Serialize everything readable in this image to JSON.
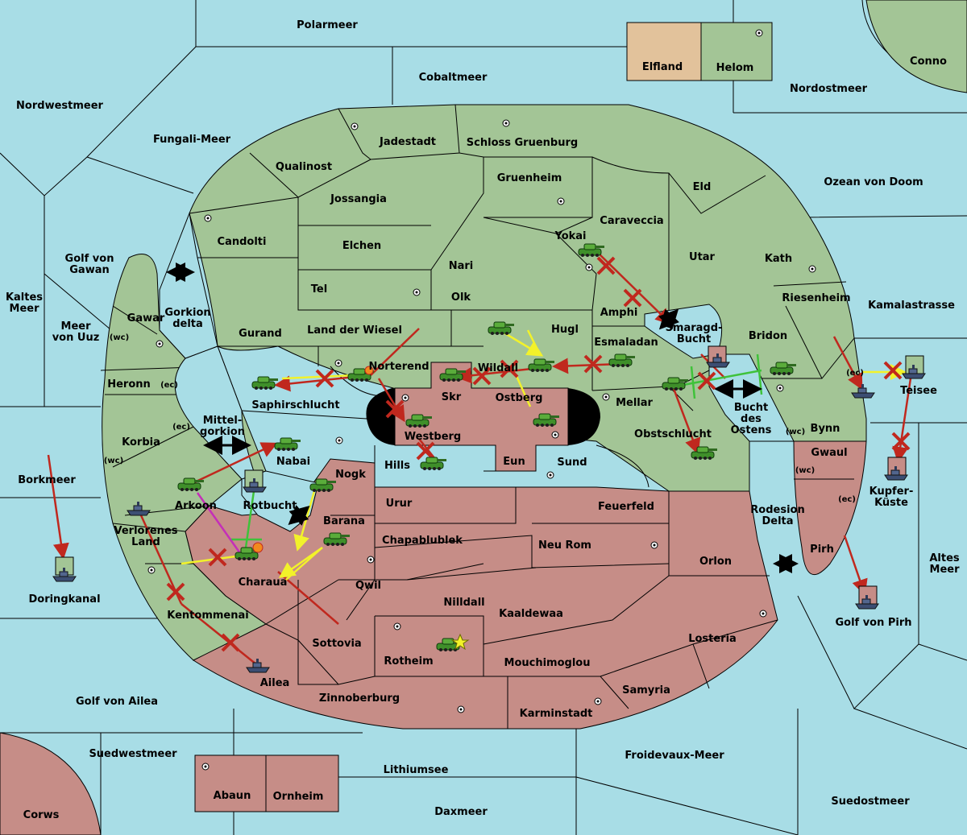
{
  "colors": {
    "sea": "#a8dde6",
    "land_green": "#a3c596",
    "land_red": "#c68d87",
    "land_tan": "#e2c29b",
    "order_attack": "#c0281e",
    "order_support": "#f2f22a",
    "order_convoy": "#3fc23a",
    "order_move_alt": "#c42fb8",
    "dislodge": "#c0281e",
    "impassable": "#000000"
  },
  "seas": {
    "polarmeer": "Polarmeer",
    "cobaltmeer": "Cobaltmeer",
    "conno": "Conno",
    "nordostmeer": "Nordostmeer",
    "nordwestmeer": "Nordwestmeer",
    "fungali_meer": "Fungali-Meer",
    "ozean_von_doom": "Ozean von Doom",
    "golf_von_gawan": "Golf von\nGawan",
    "kaltes_meer": "Kaltes\nMeer",
    "meer_von_uuz": "Meer\nvon Uuz",
    "gorkion_delta": "Gorkion\ndelta",
    "kamalastrasse": "Kamalastrasse",
    "smaragd_bucht": "Smaragd-\nBucht",
    "mittelgorkion": "Mittel-\ngorkion",
    "bucht_des_ostens": "Bucht\ndes\nOstens",
    "borkmeer": "Borkmeer",
    "rotbucht": "Rotbucht",
    "doringkanal": "Doringkanal",
    "kupferkueste": "Kupfer-\nKüste",
    "rodesion_delta": "Rodesion\nDelta",
    "altes_meer": "Altes\nMeer",
    "golf_von_pirh": "Golf von Pirh",
    "golf_von_ailea": "Golf von Ailea",
    "suedwestmeer": "Suedwestmeer",
    "lithiumsee": "Lithiumsee",
    "froidevaux_meer": "Froidevaux-Meer",
    "daxmeer": "Daxmeer",
    "suedostmeer": "Suedostmeer",
    "corws": "Corws"
  },
  "lands": {
    "elfland": "Elfland",
    "helom": "Helom",
    "jadestadt": "Jadestadt",
    "schloss_gruenburg": "Schloss Gruenburg",
    "qualinost": "Qualinost",
    "gruenheim": "Gruenheim",
    "eld": "Eld",
    "jossangia": "Jossangia",
    "caraveccia": "Caraveccia",
    "candolti": "Candolti",
    "yokai": "Yokai",
    "utar": "Utar",
    "kath": "Kath",
    "elchen": "Elchen",
    "nari": "Nari",
    "tel": "Tel",
    "olk": "Olk",
    "amphi": "Amphi",
    "riesenheim": "Riesenheim",
    "gawar": "Gawar",
    "gawar_coast": "(wc)",
    "gurand": "Gurand",
    "land_der_wiesel": "Land der Wiesel",
    "hugl": "Hugl",
    "bridon": "Bridon",
    "esmaladan": "Esmaladan",
    "norterend": "Norterend",
    "wildall": "Wildall",
    "heronn": "Heronn",
    "heronn_coast": "(ec)",
    "saphirschlucht": "Saphirschlucht",
    "skr": "Skr",
    "ostberg": "Ostberg",
    "mellar": "Mellar",
    "teisee": "Teisee",
    "teisee_coast": "(ec)",
    "westberg": "Westberg",
    "obstschlucht": "Obstschlucht",
    "bynn": "Bynn",
    "bynn_coast": "(wc)",
    "korbia": "Korbia",
    "korbia_ec": "(ec)",
    "korbia_wc": "(wc)",
    "nabai": "Nabai",
    "hills": "Hills",
    "eun": "Eun",
    "sund": "Sund",
    "gwaul": "Gwaul",
    "gwaul_wc": "(wc)",
    "gwaul_ec": "(ec)",
    "nogk": "Nogk",
    "arkoon": "Arkoon",
    "urur": "Urur",
    "feuerfeld": "Feuerfeld",
    "verlorenes_land": "Verlorenes\nLand",
    "barana": "Barana",
    "chapablublek": "Chapablublek",
    "neu_rom": "Neu Rom",
    "pirh": "Pirh",
    "orlon": "Orlon",
    "charaua": "Charaua",
    "qwil": "Qwil",
    "nilldall": "Nilldall",
    "kaaldewaa": "Kaaldewaa",
    "kentommenai": "Kentommenai",
    "sottovia": "Sottovia",
    "losteria": "Losteria",
    "rotheim": "Rotheim",
    "mouchimoglou": "Mouchimoglou",
    "ailea": "Ailea",
    "samyria": "Samyria",
    "zinnoberburg": "Zinnoberburg",
    "karminstadt": "Karminstadt",
    "abaun": "Abaun",
    "ornheim": "Ornheim"
  },
  "units": {
    "armies": [
      {
        "loc": "Yokai",
        "owner": "green"
      },
      {
        "loc": "Hugl",
        "owner": "green"
      },
      {
        "loc": "Wildall",
        "owner": "green"
      },
      {
        "loc": "Esmaladan",
        "owner": "green"
      },
      {
        "loc": "Bridon",
        "owner": "green"
      },
      {
        "loc": "Mellar",
        "owner": "green"
      },
      {
        "loc": "Saphirschlucht",
        "owner": "green"
      },
      {
        "loc": "Norterend",
        "owner": "green"
      },
      {
        "loc": "Skr",
        "owner": "green"
      },
      {
        "loc": "Ostberg",
        "owner": "green"
      },
      {
        "loc": "Westberg",
        "owner": "green"
      },
      {
        "loc": "Hills",
        "owner": "green"
      },
      {
        "loc": "Nabai",
        "owner": "green"
      },
      {
        "loc": "Arkoon",
        "owner": "green"
      },
      {
        "loc": "Nogk",
        "owner": "green"
      },
      {
        "loc": "Barana",
        "owner": "green"
      },
      {
        "loc": "Charaua",
        "owner": "green"
      },
      {
        "loc": "Obstschlucht",
        "owner": "green"
      },
      {
        "loc": "Rotheim",
        "owner": "green"
      }
    ],
    "fleets": [
      {
        "loc": "Smaragd-Bucht",
        "owner": "red"
      },
      {
        "loc": "Teisee",
        "owner": "green"
      },
      {
        "loc": "Teisee (ec)",
        "owner": "blue"
      },
      {
        "loc": "Kupfer-Küste",
        "owner": "red"
      },
      {
        "loc": "Rotbucht",
        "owner": "green"
      },
      {
        "loc": "Verlorenes Land",
        "owner": "blue"
      },
      {
        "loc": "Doringkanal",
        "owner": "green"
      },
      {
        "loc": "Golf von Pirh",
        "owner": "red"
      },
      {
        "loc": "Ailea",
        "owner": "blue"
      }
    ]
  },
  "icons": {
    "supply_center": "supply-center-icon",
    "army": "army-tank-icon",
    "fleet": "fleet-ship-icon",
    "failed_order": "failed-order-x-icon",
    "dislodged": "dislodged-burst-icon",
    "build_star": "star-icon",
    "two_way_arrow": "double-arrow-icon"
  }
}
